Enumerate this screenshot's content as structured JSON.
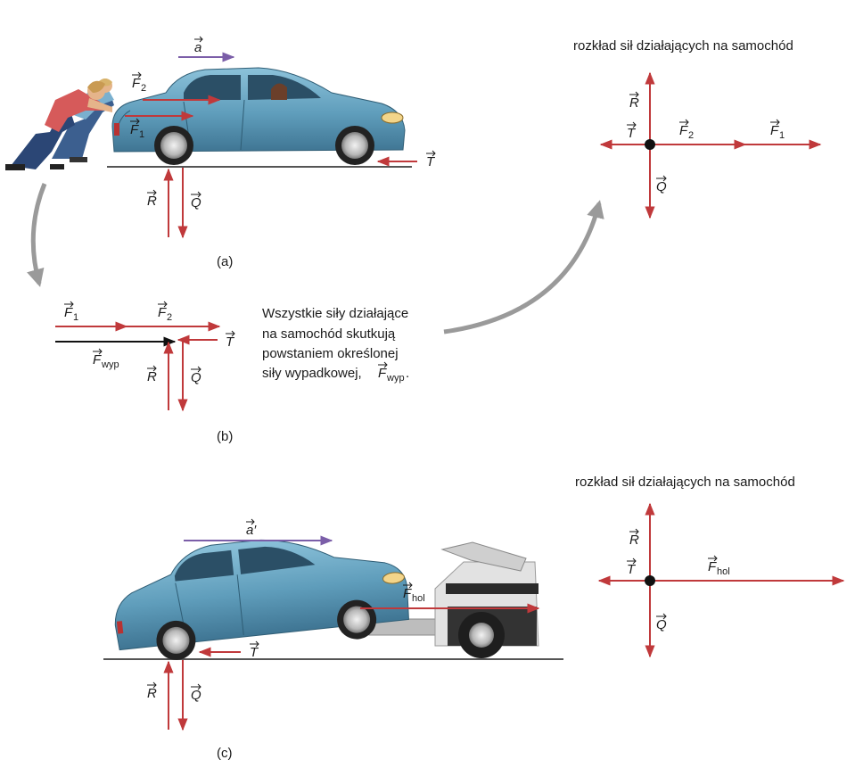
{
  "colors": {
    "force": "#c0393b",
    "accel": "#7b5ea8",
    "resultant": "#111111",
    "flow_arrow": "#9a9a9a",
    "car_body": "#6aa7c4",
    "car_dark": "#3f7593",
    "ground": "#555555"
  },
  "symbols": {
    "a": "a",
    "a_prime": "a′",
    "F": "F",
    "R": "R",
    "Q": "Q",
    "T": "T",
    "sub_1": "1",
    "sub_2": "2",
    "sub_wyp": "wyp",
    "sub_hol": "hol"
  },
  "panel_a": {
    "caption": "(a)"
  },
  "panel_b": {
    "caption": "(b)",
    "note_lines": [
      "Wszystkie siły działające",
      "na samochód skutkują",
      "powstaniem określonej",
      "siły wypadkowej,"
    ],
    "note_end": "."
  },
  "panel_c": {
    "caption": "(c)"
  },
  "fbd_top": {
    "heading": "rozkład sił działających na samochód"
  },
  "fbd_bottom": {
    "heading": "rozkład sił działających na samochód"
  }
}
